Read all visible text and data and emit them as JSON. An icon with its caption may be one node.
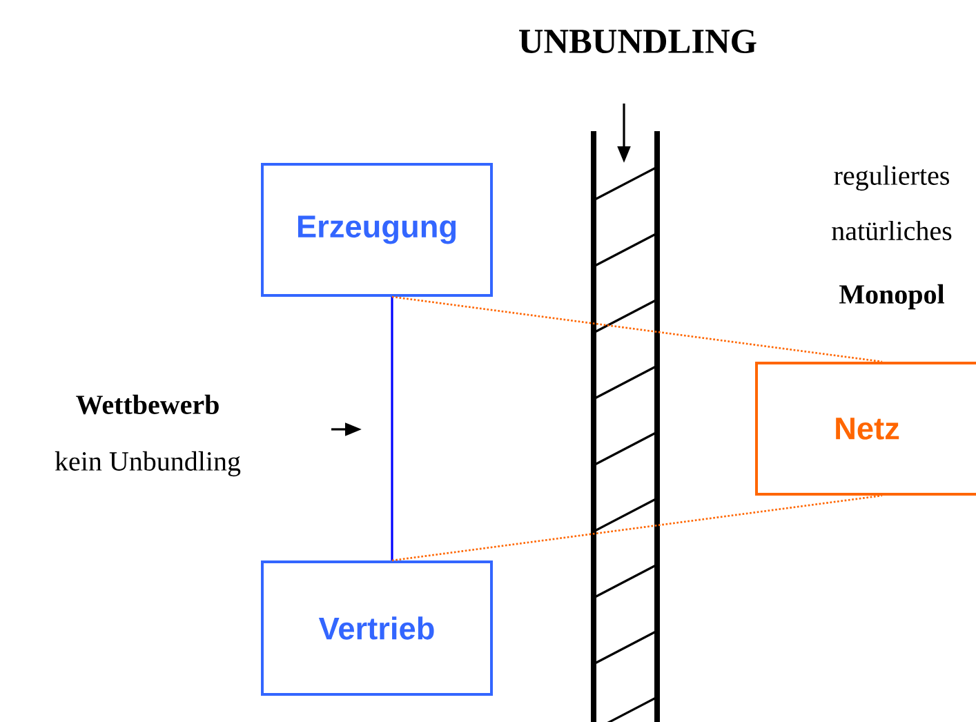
{
  "diagram": {
    "title": "UNBUNDLING",
    "nodes": [
      {
        "text": [
          "Erzeugung"
        ]
      },
      {
        "text": [
          "Vertrieb"
        ]
      },
      {
        "text": [
          "Netz"
        ]
      }
    ],
    "edges": [
      {
        "from": 0,
        "to": 1,
        "arrow": "none",
        "color": "#0000ff"
      },
      {
        "from": 0,
        "to": 2,
        "arrow": "none",
        "style": "dashed",
        "color": "#ff6600"
      },
      {
        "from": 1,
        "to": 2,
        "arrow": "none",
        "style": "dashed",
        "color": "#ff6600"
      }
    ],
    "labels": [
      "Wettbewerb",
      "kein Unbundling",
      "reguliertes",
      "natürliches",
      "Monopol"
    ]
  }
}
